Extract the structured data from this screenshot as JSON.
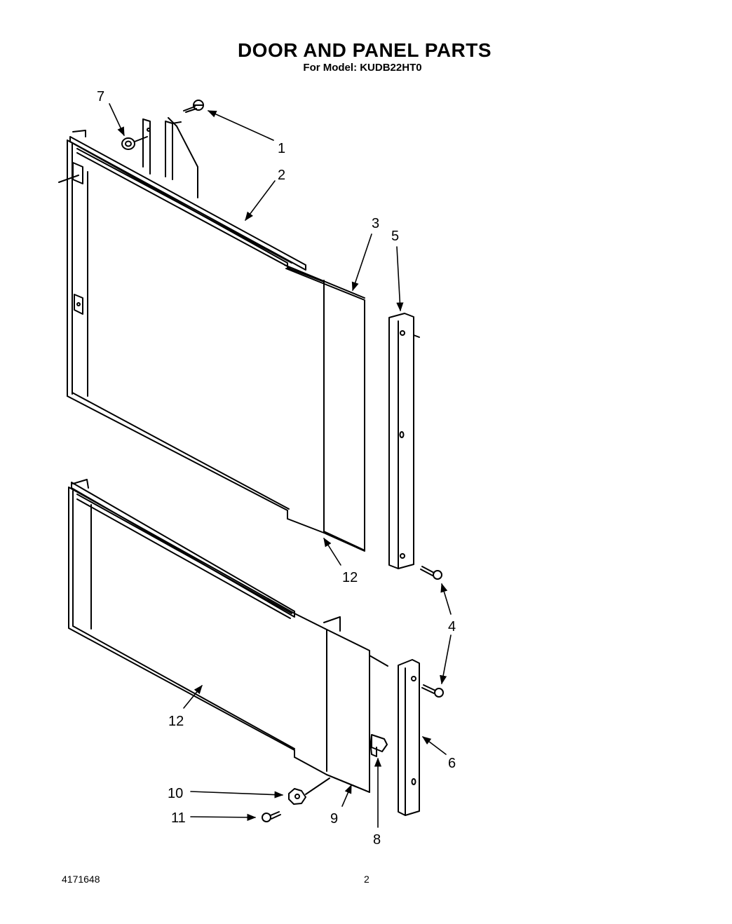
{
  "header": {
    "title": "DOOR AND PANEL PARTS",
    "subtitle": "For Model: KUDB22HT0"
  },
  "callouts": {
    "c1": "1",
    "c2": "2",
    "c3": "3",
    "c4": "4",
    "c5": "5",
    "c6": "6",
    "c7": "7",
    "c8": "8",
    "c9": "9",
    "c10": "10",
    "c11": "11",
    "c12a": "12",
    "c12b": "12"
  },
  "footer": {
    "doc_number": "4171648",
    "page_number": "2"
  }
}
